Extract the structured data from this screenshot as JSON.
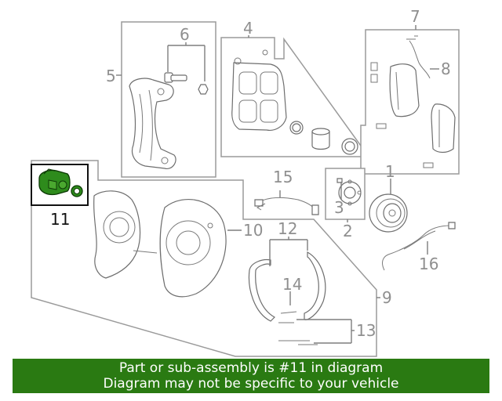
{
  "labels": {
    "l1": "1",
    "l2": "2",
    "l3": "3",
    "l4": "4",
    "l5": "5",
    "l6": "6",
    "l7": "7",
    "l8": "8",
    "l9": "9",
    "l10": "10",
    "l11": "11",
    "l12": "12",
    "l13": "13",
    "l14": "14",
    "l15": "15",
    "l16": "16"
  },
  "highlight": {
    "part_number": "11",
    "color": "#2e8b1c"
  },
  "banner": {
    "line1": "Part or sub-assembly is #11 in diagram",
    "line2": "Diagram may not be specific to your vehicle",
    "background": "#2a7a12"
  }
}
